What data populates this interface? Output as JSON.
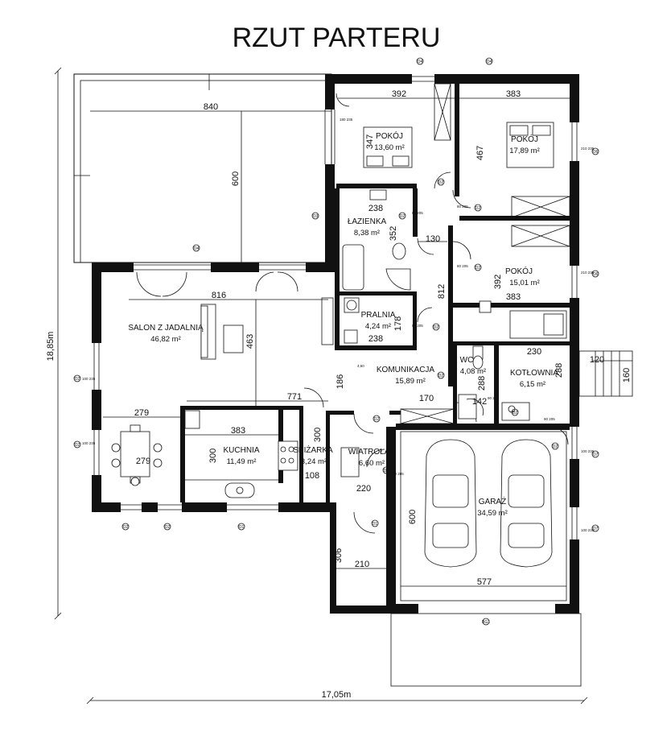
{
  "title": "RZUT PARTERU",
  "overall": {
    "width": "17,05m",
    "height": "18,85m"
  },
  "rooms": [
    {
      "id": "pokoj1",
      "name": "POKÓJ",
      "area": "13,60 m²"
    },
    {
      "id": "pokoj2",
      "name": "POKÓJ",
      "area": "17,89 m²"
    },
    {
      "id": "lazienka",
      "name": "ŁAZIENKA",
      "area": "8,38 m²"
    },
    {
      "id": "pokoj3",
      "name": "POKÓJ",
      "area": "15,01 m²"
    },
    {
      "id": "salon",
      "name": "SALON Z JADALNIĄ",
      "area": "46,82 m²"
    },
    {
      "id": "pralnia",
      "name": "PRALNIA",
      "area": "4,24 m²"
    },
    {
      "id": "komunikacja",
      "name": "KOMUNIKACJA",
      "area": "15,89 m²"
    },
    {
      "id": "wc",
      "name": "WC",
      "area": "4,08 m²"
    },
    {
      "id": "kotlownia",
      "name": "KOTŁOWNIA",
      "area": "6,15 m²"
    },
    {
      "id": "kuchnia",
      "name": "KUCHNIA",
      "area": "11,49 m²"
    },
    {
      "id": "spizarka",
      "name": "SPIŻARKA",
      "area": "3,24 m²"
    },
    {
      "id": "wiatrolap",
      "name": "WIATROŁAP",
      "area": "6,60 m²"
    },
    {
      "id": "garaz",
      "name": "GARAŻ",
      "area": "34,59 m²"
    }
  ],
  "dims": [
    "840",
    "600",
    "392",
    "383",
    "347",
    "467",
    "238",
    "352",
    "130",
    "392",
    "383",
    "816",
    "463",
    "178",
    "238",
    "812",
    "186",
    "771",
    "279",
    "383",
    "279",
    "300",
    "300",
    "108",
    "306",
    "220",
    "210",
    "600",
    "577",
    "230",
    "288",
    "288",
    "142",
    "170",
    "120",
    "160",
    "4,60"
  ],
  "openings": [
    "100 235",
    "80 205",
    "180 235",
    "210 155",
    "90 205",
    "210 235",
    "100 80",
    "260 230"
  ],
  "tags": [
    "O1",
    "O2",
    "O3",
    "O4",
    "O5",
    "O6",
    "O7",
    "D1",
    "D2",
    "D3",
    "BG1"
  ]
}
